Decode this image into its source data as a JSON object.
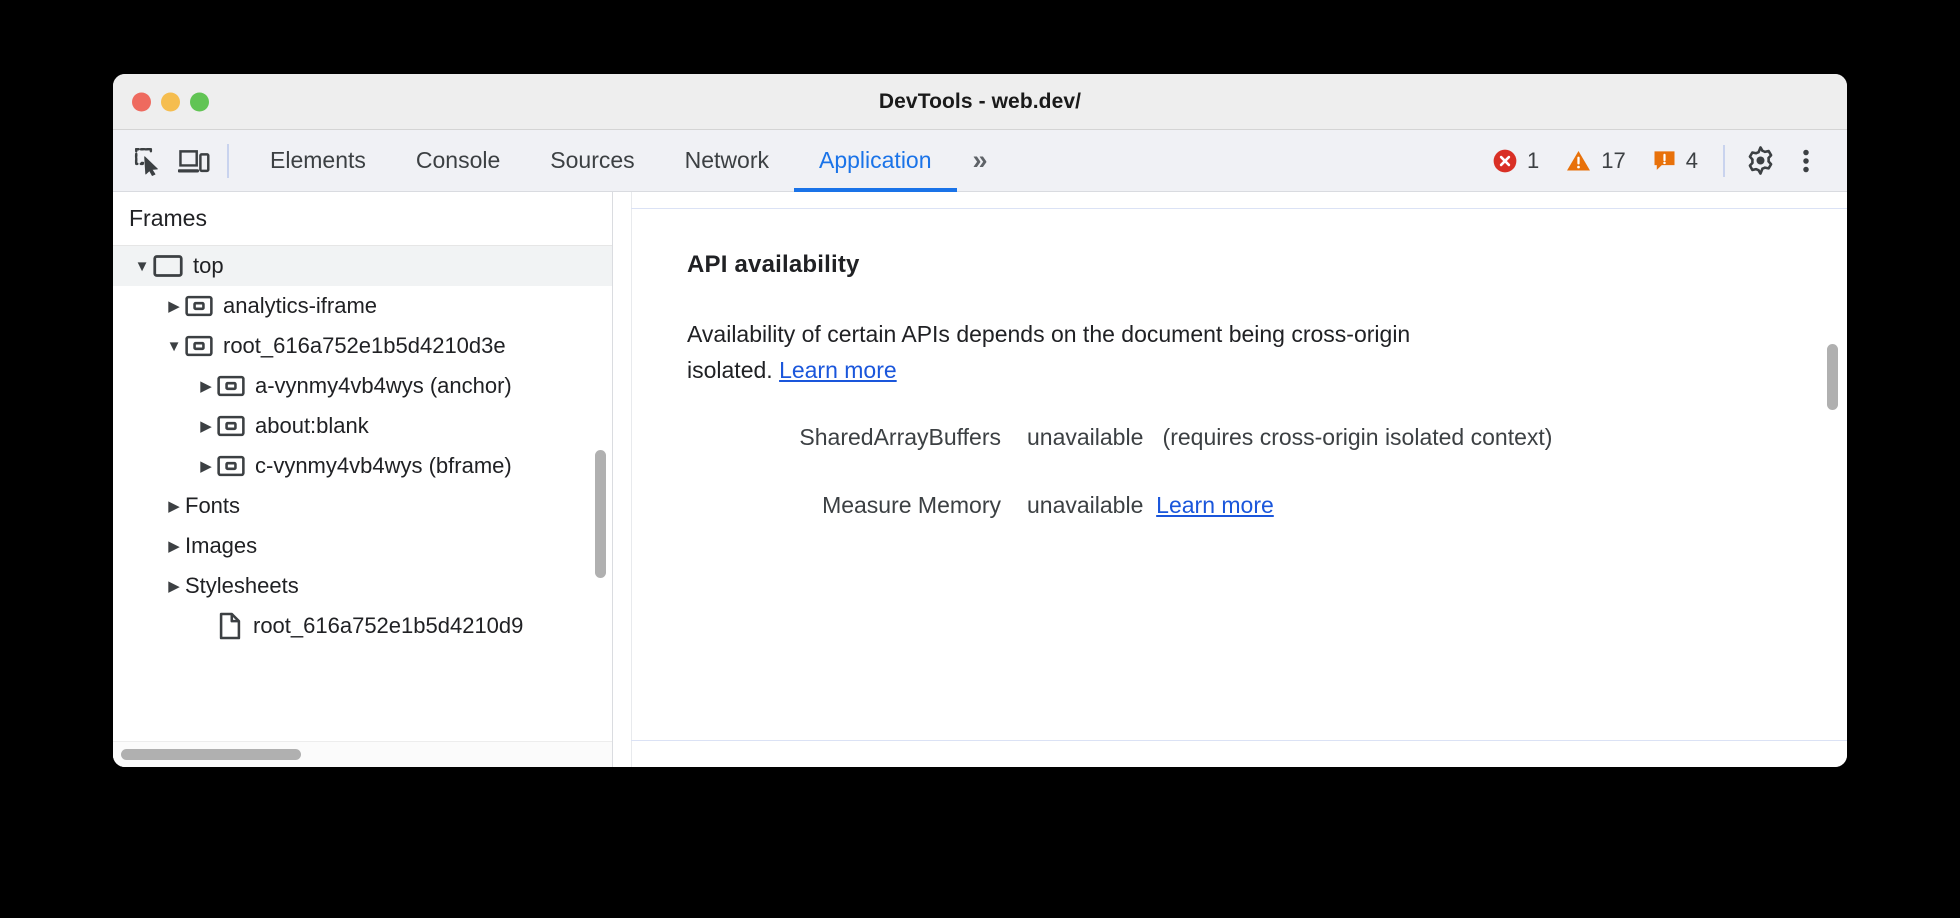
{
  "window": {
    "title": "DevTools - web.dev/",
    "traffic_lights": [
      "close-red",
      "minimize-yellow",
      "zoom-green"
    ]
  },
  "toolbar": {
    "inspect_icon": "inspect-element-icon",
    "device_icon": "device-toolbar-icon",
    "tabs": [
      {
        "label": "Elements",
        "active": false
      },
      {
        "label": "Console",
        "active": false
      },
      {
        "label": "Sources",
        "active": false
      },
      {
        "label": "Network",
        "active": false
      },
      {
        "label": "Application",
        "active": true
      }
    ],
    "overflow_label": "»",
    "counters": {
      "errors": "1",
      "warnings": "17",
      "issues": "4"
    },
    "settings_icon": "gear-icon",
    "more_icon": "kebab-menu-icon",
    "colors": {
      "active_tab": "#1a73e8",
      "error": "#d93025",
      "warning": "#e8710a",
      "issue": "#e8710a"
    }
  },
  "sidebar": {
    "header": "Frames",
    "tree": [
      {
        "label": "top",
        "indent": 0,
        "arrow": "down",
        "icon": "frame-top-icon",
        "selected": true
      },
      {
        "label": "analytics-iframe",
        "indent": 1,
        "arrow": "right",
        "icon": "frame-icon",
        "selected": false
      },
      {
        "label": "root_616a752e1b5d4210d3e",
        "indent": 1,
        "arrow": "down",
        "icon": "frame-icon",
        "selected": false
      },
      {
        "label": "a-vynmy4vb4wys (anchor)",
        "indent": 2,
        "arrow": "right",
        "icon": "frame-icon",
        "selected": false
      },
      {
        "label": "about:blank",
        "indent": 2,
        "arrow": "right",
        "icon": "frame-icon",
        "selected": false
      },
      {
        "label": "c-vynmy4vb4wys (bframe)",
        "indent": 2,
        "arrow": "right",
        "icon": "frame-icon",
        "selected": false
      },
      {
        "label": "Fonts",
        "indent": 1,
        "arrow": "right",
        "icon": "none",
        "selected": false
      },
      {
        "label": "Images",
        "indent": 1,
        "arrow": "right",
        "icon": "none",
        "selected": false
      },
      {
        "label": "Stylesheets",
        "indent": 1,
        "arrow": "right",
        "icon": "none",
        "selected": false
      },
      {
        "label": "root_616a752e1b5d4210d9",
        "indent": 2,
        "arrow": "none",
        "icon": "document-icon",
        "selected": false
      }
    ]
  },
  "main": {
    "section_title": "API availability",
    "description_before_link": "Availability of certain APIs depends on the document being cross-origin isolated. ",
    "description_link": "Learn more",
    "rows": [
      {
        "key": "SharedArrayBuffers",
        "value": "unavailable",
        "note": "(requires cross-origin isolated context)",
        "link": ""
      },
      {
        "key": "Measure Memory",
        "value": "unavailable",
        "note": "",
        "link": "Learn more"
      }
    ]
  }
}
